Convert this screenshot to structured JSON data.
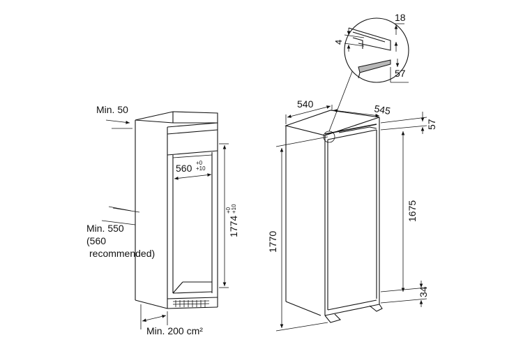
{
  "cabinet": {
    "min_gap_label": "Min. 50",
    "width_value": "560",
    "width_tol_upper": "+0",
    "width_tol_lower": "+10",
    "height_value": "1774",
    "height_tol_upper": "+0",
    "height_tol_lower": "+10",
    "depth_line1": "Min. 550",
    "depth_line2": "(560",
    "depth_line3": "recommended)",
    "vent_label": "Min. 200 cm²"
  },
  "appliance": {
    "width": "540",
    "depth": "545",
    "top_offset": "57",
    "inner_height": "1675",
    "total_height": "1770",
    "bottom_offset": "34"
  },
  "detail": {
    "dim_top": "18",
    "dim_left": "4",
    "dim_bottom": "57"
  }
}
